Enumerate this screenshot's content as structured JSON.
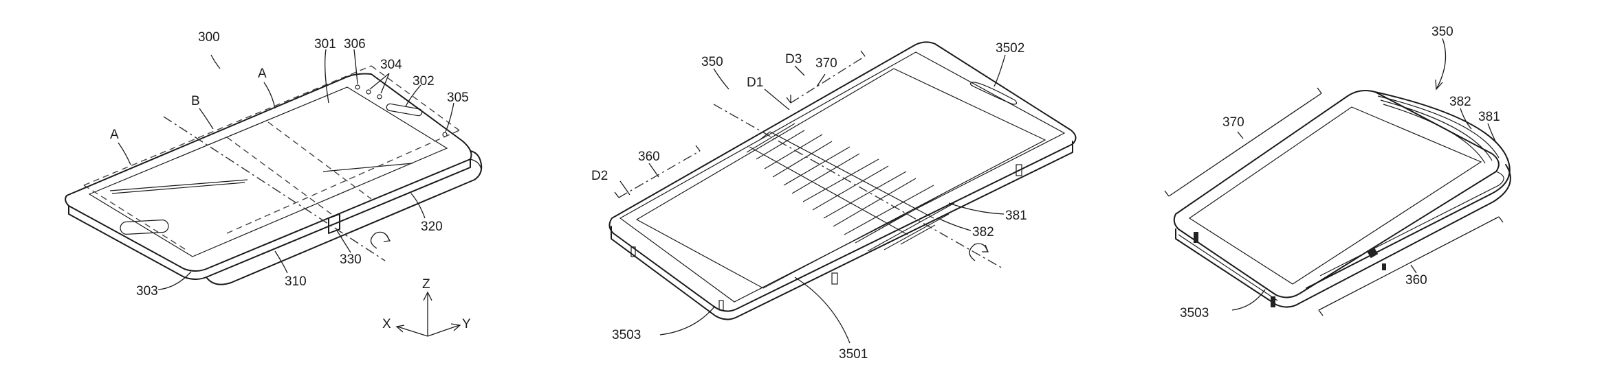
{
  "figure_a": {
    "labels": {
      "l300": "300",
      "l301": "301",
      "l306": "306",
      "l304": "304",
      "l302": "302",
      "l305": "305",
      "lA_top": "A",
      "lB": "B",
      "lA_left": "A",
      "l320": "320",
      "l330": "330",
      "l310": "310",
      "l303": "303"
    },
    "axes": {
      "z": "Z",
      "x": "X",
      "y": "Y"
    }
  },
  "figure_b": {
    "labels": {
      "l350": "350",
      "lD1": "D1",
      "lD3": "D3",
      "l370": "370",
      "l3502": "3502",
      "l360": "360",
      "lD2": "D2",
      "l381": "381",
      "l382": "382",
      "l3503": "3503",
      "l3501": "3501"
    }
  },
  "figure_c": {
    "labels": {
      "l350": "350",
      "l370": "370",
      "l382": "382",
      "l381": "381",
      "l360": "360",
      "l3503": "3503"
    }
  }
}
